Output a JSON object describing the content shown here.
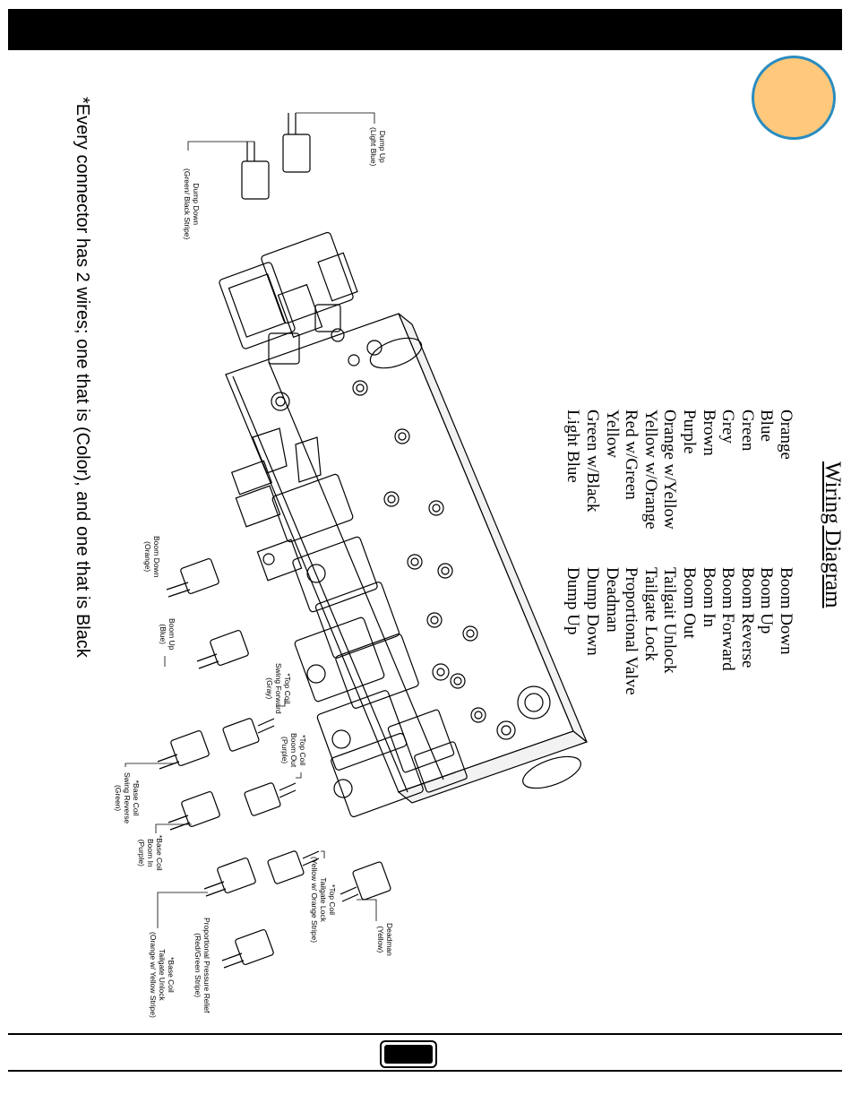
{
  "header": {
    "bar_color": "#000000"
  },
  "badge": {
    "fill": "#ffc87a",
    "stroke": "#2a8cc0"
  },
  "note": "*Every connector has 2 wires; one that is (Color), and one that is Black",
  "wiring": {
    "title": "Wiring Diagram",
    "rows": [
      {
        "color": "Orange",
        "function": "Boom Down"
      },
      {
        "color": "Blue",
        "function": "Boom Up"
      },
      {
        "color": "Green",
        "function": "Boom Reverse"
      },
      {
        "color": "Grey",
        "function": "Boom Forward"
      },
      {
        "color": "Brown",
        "function": "Boom In"
      },
      {
        "color": "Purple",
        "function": "Boom Out"
      },
      {
        "color": "Orange w/Yellow",
        "function": "Tailgait Unlock"
      },
      {
        "color": "Yellow w/Orange",
        "function": "Tailgate Lock"
      },
      {
        "color": "Red w/Green",
        "function": "Proportional Valve"
      },
      {
        "color": "Yellow",
        "function": "Deadman"
      },
      {
        "color": "Green w/Black",
        "function": "Dump Down"
      },
      {
        "color": "Light Blue",
        "function": "Dump Up"
      }
    ]
  },
  "labels": {
    "dump_up": [
      "Dump Up",
      "(Light Blue)"
    ],
    "dump_down": [
      "Dump Down",
      "(Green/ Black Stripe)"
    ],
    "boom_down": [
      "Boom Down",
      "(Orange)"
    ],
    "boom_up": [
      "Boom Up",
      "(Blue)"
    ],
    "swing_forward": [
      "*Top Coil",
      "Swing Forward",
      "(Gray)"
    ],
    "boom_out": [
      "*Top Coil",
      "Boom Out",
      "(Purple)"
    ],
    "swing_reverse": [
      "*Base Coil",
      "Swing Reverse",
      "(Green)"
    ],
    "boom_in": [
      "*Base Coil",
      "Boom In",
      "(Purple)"
    ],
    "tailgate_lock": [
      "*Top Coil",
      "Tailgate Lock",
      "(Yellow w/ Orange Stripe)"
    ],
    "deadman": [
      "Deadman",
      "(Yellow)"
    ],
    "proportional": [
      "Proportional Pressure Relief",
      "(Red/Green Stripe)"
    ],
    "tailgate_unlock": [
      "*Base Coil",
      "Tailgate Unlock",
      "(Orange w/ Yellow Stripe)"
    ]
  },
  "footer": {
    "logo_icon": "odb-logo-icon"
  }
}
